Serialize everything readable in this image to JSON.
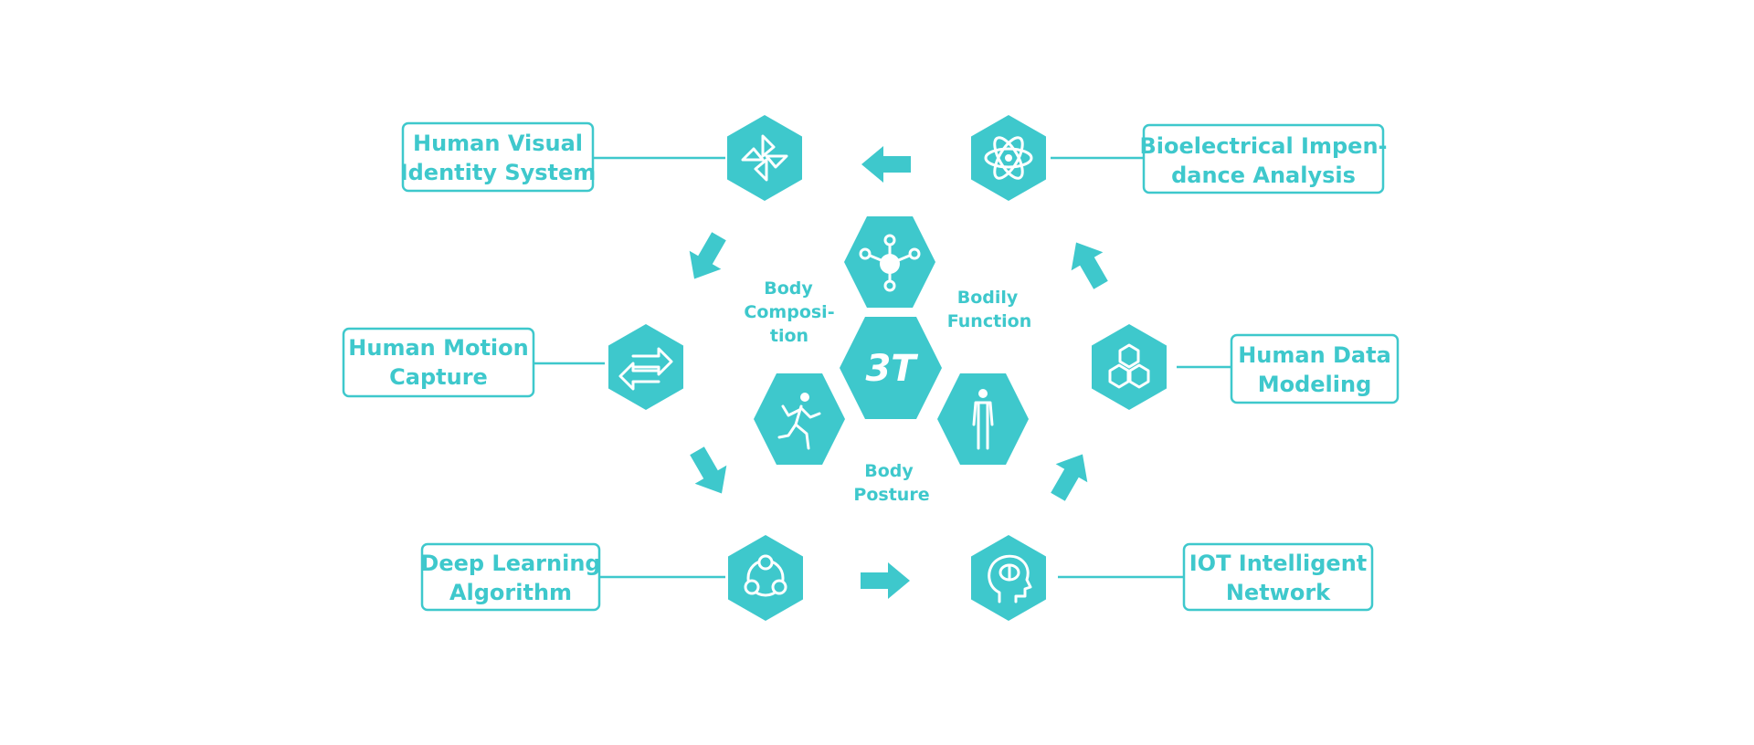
{
  "theme": {
    "accent": "#3ec8cc",
    "background": "#ffffff"
  },
  "center": {
    "label": "3T"
  },
  "inner_labels": {
    "body_composition": [
      "Body",
      "Composi-",
      "tion"
    ],
    "bodily_function": [
      "Bodily",
      "Function"
    ],
    "body_posture": [
      "Body",
      "Posture"
    ]
  },
  "nodes": {
    "human_visual_identity": {
      "lines": [
        "Human Visual",
        "Identity System"
      ],
      "icon": "pinwheel-icon"
    },
    "bioelectrical_impedance": {
      "lines": [
        "Bioelectrical Impen-",
        "dance Analysis"
      ],
      "icon": "atom-icon"
    },
    "human_motion_capture": {
      "lines": [
        "Human Motion",
        "Capture"
      ],
      "icon": "swap-arrows-icon"
    },
    "human_data_modeling": {
      "lines": [
        "Human Data",
        "Modeling"
      ],
      "icon": "hexagon-cluster-icon"
    },
    "deep_learning": {
      "lines": [
        "Deep Learning",
        "Algorithm"
      ],
      "icon": "circle-network-icon"
    },
    "iot_network": {
      "lines": [
        "IOT Intelligent",
        "Network"
      ],
      "icon": "head-brain-icon"
    }
  },
  "inner_icons": {
    "top": "molecule-icon",
    "left": "running-person-icon",
    "right": "standing-person-icon"
  }
}
